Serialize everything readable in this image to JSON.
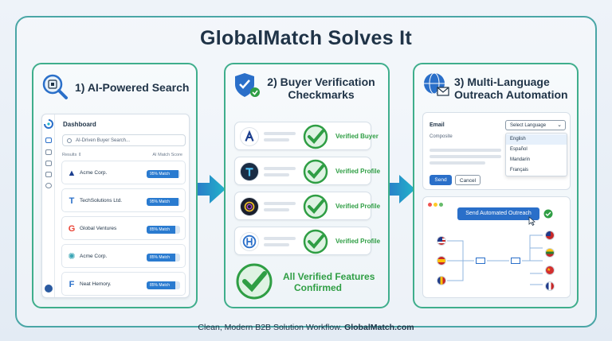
{
  "title": "GlobalMatch Solves It",
  "footer": {
    "text": "Clean, Modern B2B Solution Workflow.",
    "brand": "GlobalMatch.com"
  },
  "panel1": {
    "title": "1) AI-Powered Search",
    "dashboard_title": "Dashboard",
    "search_placeholder": "AI-Driven Buyer Search...",
    "col_results": "Results",
    "col_score": "AI Match Score",
    "rows": [
      {
        "name": "Acme Corp.",
        "score_label": "95% Match",
        "score": 95
      },
      {
        "name": "TechSolutions Ltd.",
        "score_label": "95% Match",
        "score": 95
      },
      {
        "name": "Global Ventures",
        "score_label": "85% Match",
        "score": 85
      },
      {
        "name": "Acme Corp.",
        "score_label": "85% Match",
        "score": 85
      },
      {
        "name": "Neat Hemory.",
        "score_label": "85% Match",
        "score": 85
      }
    ]
  },
  "panel2": {
    "title_line1": "2) Buyer Verification",
    "title_line2": "Checkmarks",
    "rows": [
      {
        "label": "Verified Buyer"
      },
      {
        "label": "Verified Profile"
      },
      {
        "label": "Verified Profile"
      },
      {
        "label": "Verified Profile"
      }
    ],
    "summary_line1": "All Verified Features",
    "summary_line2": "Confirmed"
  },
  "panel3": {
    "title_line1": "3) Multi-Language",
    "title_line2": "Outreach Automation",
    "email_label": "Email",
    "composite_label": "Composite",
    "select_value": "Select Language",
    "languages": [
      "English",
      "Español",
      "Mandarin",
      "Français"
    ],
    "send_label": "Send",
    "cancel_label": "Cancel",
    "outreach_button": "Send Automated Outreach"
  },
  "colors": {
    "accent": "#2a6fc9",
    "verified_green": "#2f9e44",
    "border": "#3fae8c"
  }
}
